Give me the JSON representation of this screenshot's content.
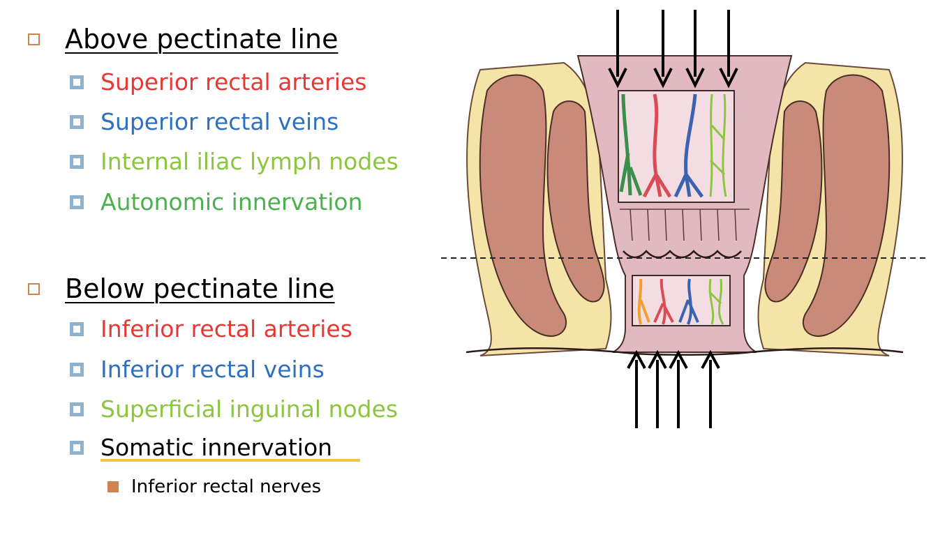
{
  "above": {
    "heading": "Above pectinate line",
    "items": [
      {
        "label": "Superior rectal arteries",
        "color": "#e53935"
      },
      {
        "label": "Superior rectal veins",
        "color": "#2f6fc0"
      },
      {
        "label": "Internal iliac lymph nodes",
        "color": "#8cc63e"
      },
      {
        "label": "Autonomic innervation",
        "color": "#4caf50"
      }
    ]
  },
  "below": {
    "heading": "Below pectinate line",
    "items": [
      {
        "label": "Inferior rectal arteries",
        "color": "#e53935"
      },
      {
        "label": "Inferior rectal veins",
        "color": "#2f6fc0"
      },
      {
        "label": "Superficial inguinal nodes",
        "color": "#8cc63e"
      },
      {
        "label": "Somatic innervation",
        "color": "#000000"
      }
    ],
    "sub_item": "Inferior rectal nerves"
  },
  "colors": {
    "bullet_box": "#d0834f",
    "bullet_square": "#8fb3cf",
    "highlight": "#f4c542",
    "muscle": "#c98a7a",
    "mucosa": "#e2b9c0",
    "fat": "#f5e4a8"
  },
  "figure": {
    "icon": "anal-canal-anatomy-illustration"
  }
}
